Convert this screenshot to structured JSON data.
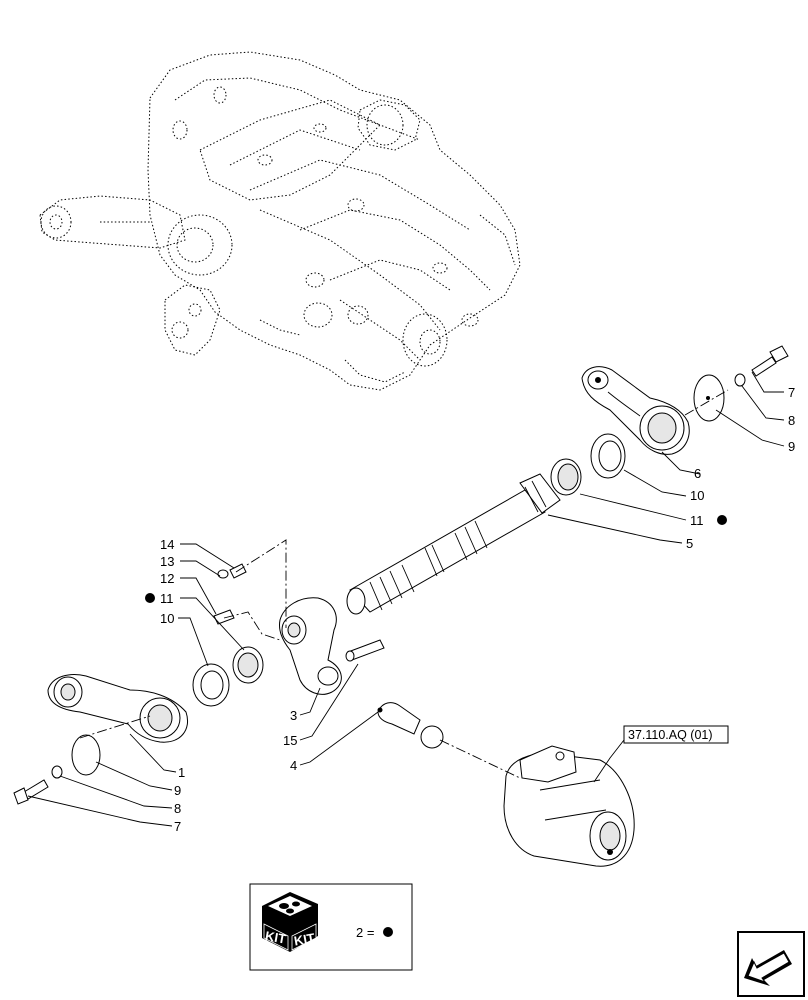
{
  "callouts": {
    "c1": "1",
    "c3": "3",
    "c4": "4",
    "c5": "5",
    "c6": "6",
    "c7_right": "7",
    "c8_right": "8",
    "c9_right": "9",
    "c10_right": "10",
    "c11_right": "11",
    "c7_left": "7",
    "c8_left": "8",
    "c9_left": "9",
    "c10_left": "10",
    "c11_left": "11",
    "c12": "12",
    "c13": "13",
    "c14": "14",
    "c15": "15"
  },
  "reference": {
    "label": "37.110.AQ (01)"
  },
  "kit_legend": {
    "kit_text_1": "KIT",
    "kit_text_2": "KIT",
    "equation": "2 ="
  },
  "icons": {
    "kit_marker": "filled-circle",
    "kit_box": "kit-box-icon",
    "navigation": "next-page-arrow-icon"
  },
  "colors": {
    "line": "#000000",
    "background": "#ffffff",
    "shading": "#e6e6e6"
  }
}
